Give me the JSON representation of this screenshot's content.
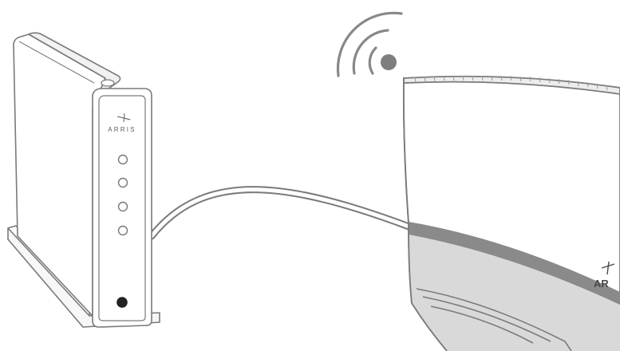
{
  "modem": {
    "brand": "ARRIS",
    "status_lights": [
      "light-1",
      "light-2",
      "light-3",
      "light-4"
    ]
  },
  "router": {
    "brand": "AR"
  },
  "icons": {
    "wifi": "wifi-signal-icon",
    "power": "power-button-icon",
    "logo": "arris-logo-icon"
  },
  "colors": {
    "outline": "#7a7a7a",
    "body": "#ffffff",
    "base_band": "#d9d9d9",
    "accent_stripe": "#8a8a8a"
  }
}
